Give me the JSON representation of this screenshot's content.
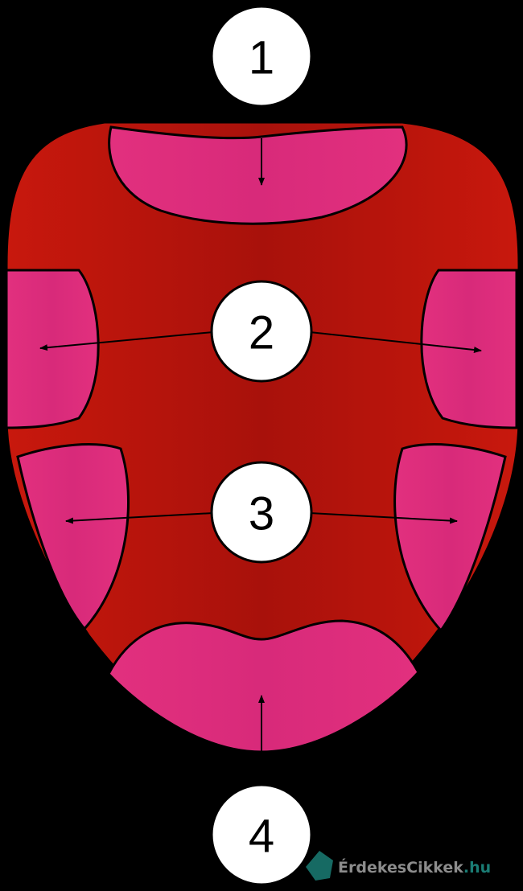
{
  "labels": {
    "tip": "1",
    "front_sides": "2",
    "back_sides": "3",
    "back": "4"
  },
  "watermark": {
    "name": "ÉrdekesCikkek",
    "suffix": ".hu"
  },
  "colors": {
    "background": "#000000",
    "tongue_dark": "#a8110b",
    "tongue_light": "#c8180d",
    "zone_pink": "#dc2a7c",
    "zone_pink_light": "#e2327e",
    "outline": "#000000",
    "circle_fill": "#ffffff",
    "watermark_icon": "#1a7c74",
    "watermark_text": "#8c8c8c"
  }
}
